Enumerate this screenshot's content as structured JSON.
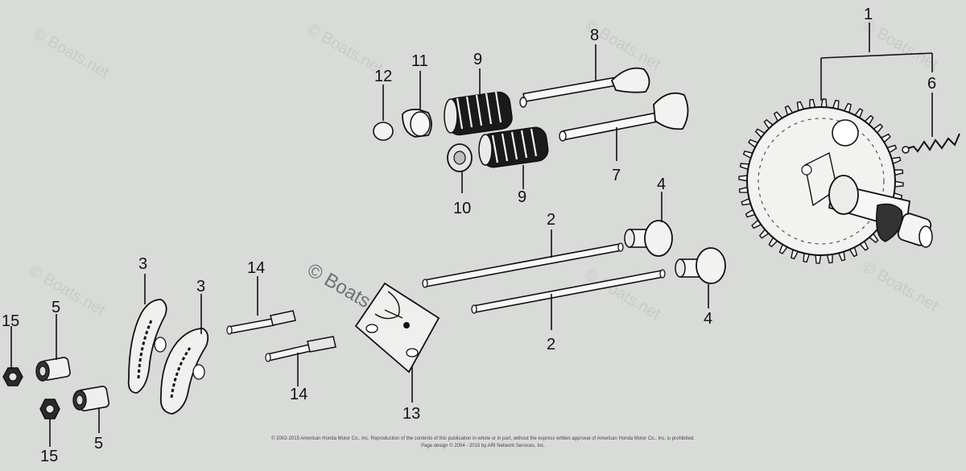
{
  "watermarks": {
    "text": "© Boats.net",
    "center_text": "© Boats.net"
  },
  "callouts": {
    "c1": "1",
    "c2a": "2",
    "c2b": "2",
    "c3a": "3",
    "c3b": "3",
    "c4a": "4",
    "c4b": "4",
    "c5a": "5",
    "c5b": "5",
    "c6": "6",
    "c7": "7",
    "c8": "8",
    "c9a": "9",
    "c9b": "9",
    "c10": "10",
    "c11": "11",
    "c12": "12",
    "c13": "13",
    "c14a": "14",
    "c14b": "14",
    "c15a": "15",
    "c15b": "15"
  },
  "copyright": {
    "line1": "© 2002-2015 American Honda Motor Co., Inc. Reproduction of the contents of this publication in whole or in part, without the express written approval of American Honda Motor Co., Inc. is prohibited.",
    "line2": "Page design © 2004 - 2015 by ARI Network Services, Inc."
  },
  "colors": {
    "background": "#d9dbd9",
    "ink": "#111111",
    "part_light": "#f2f2f0",
    "watermark": "#c9cbc9"
  }
}
